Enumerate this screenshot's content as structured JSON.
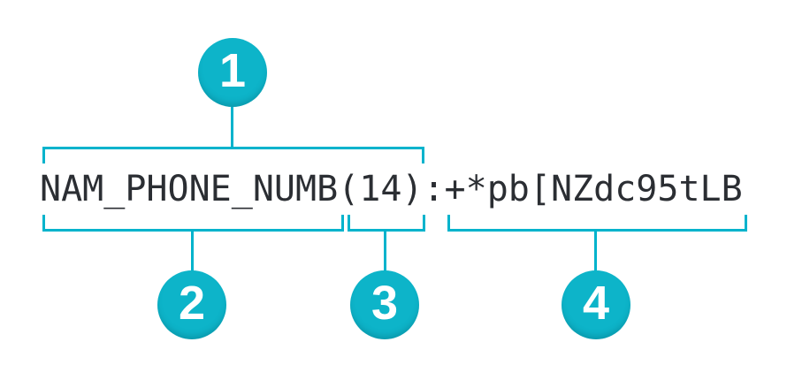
{
  "diagram": {
    "annotated_value": "NAM_PHONE_NUMB(14):+*pb[NZdc95tLB",
    "segments": [
      {
        "callout": "1",
        "bracket_side": "top",
        "covers": "NAM_PHONE_NUMB(14)"
      },
      {
        "callout": "2",
        "bracket_side": "bottom",
        "covers": "NAM_PHONE_NUMB"
      },
      {
        "callout": "3",
        "bracket_side": "bottom",
        "covers": "(14)"
      },
      {
        "callout": "4",
        "bracket_side": "bottom",
        "covers": "+*pb[NZdc95tLB"
      }
    ],
    "colors": {
      "accent": "#0db4c9",
      "line": "#00b3cc",
      "text": "#2b2e33",
      "background": "#ffffff",
      "callout_text": "#ffffff"
    }
  }
}
